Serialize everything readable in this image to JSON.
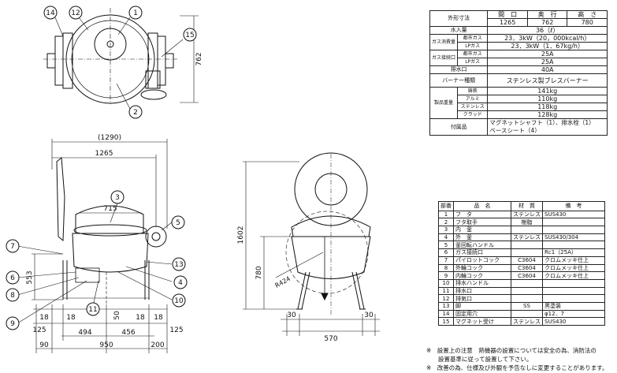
{
  "spec": {
    "dims": {
      "label": "外形寸法",
      "headers": [
        "間　口",
        "奥　行",
        "高　さ"
      ],
      "values": [
        "1265",
        "762",
        "780"
      ]
    },
    "capacity": {
      "label": "水入量",
      "value": "36（ℓ）"
    },
    "gas_consumption": {
      "label": "ガス消費量",
      "rows": [
        {
          "type": "都市ガス",
          "value": "23．3kW（20，000kcal/h）"
        },
        {
          "type": "LPガス",
          "value": "23．3kW（1．67kg/h）"
        }
      ]
    },
    "gas_connection": {
      "label": "ガス接続口",
      "rows": [
        {
          "type": "都市ガス",
          "value": "25A"
        },
        {
          "type": "LPガス",
          "value": "25A"
        }
      ]
    },
    "drain": {
      "label": "排水口",
      "value": "40A"
    },
    "burner": {
      "label": "バーナー種類",
      "value": "ステンレス製ブレスバーナー"
    },
    "weight": {
      "label": "製品重量",
      "rows": [
        {
          "type": "鋳鉄",
          "value": "141kg"
        },
        {
          "type": "アルミ",
          "value": "110kg"
        },
        {
          "type": "ステンレス",
          "value": "118kg"
        },
        {
          "type": "クラッド",
          "value": "128kg"
        }
      ]
    },
    "accessories": {
      "label": "付属品",
      "line1": "マグネットシャフト（1）、排水栓（1）",
      "line2": "ベースシート（4）"
    }
  },
  "parts": {
    "headers": [
      "部番",
      "品　名",
      "材　質",
      "備　考"
    ],
    "rows": [
      [
        "1",
        "フ　タ",
        "ステンレス",
        "SUS430"
      ],
      [
        "2",
        "フタ取手",
        "樹脂",
        ""
      ],
      [
        "3",
        "内　釜",
        "",
        ""
      ],
      [
        "4",
        "外　釜",
        "ステンレス",
        "SUS430/304"
      ],
      [
        "5",
        "釜回転ハンドル",
        "",
        ""
      ],
      [
        "6",
        "ガス接続口",
        "",
        "Rc1（25A）"
      ],
      [
        "7",
        "パイロットコック",
        "C3604",
        "クロムメッキ仕上"
      ],
      [
        "8",
        "外輪コック",
        "C3604",
        "クロムメッキ仕上"
      ],
      [
        "9",
        "内輪コック",
        "C3604",
        "クロムメッキ仕上"
      ],
      [
        "10",
        "排水ハンドル",
        "",
        ""
      ],
      [
        "11",
        "排水口",
        "",
        ""
      ],
      [
        "12",
        "排気口",
        "",
        ""
      ],
      [
        "13",
        "脚",
        "SS",
        "黒塗装"
      ],
      [
        "14",
        "固定用穴",
        "",
        "φ12．7"
      ],
      [
        "15",
        "マグネット受け",
        "ステンレス",
        "SUS430"
      ]
    ]
  },
  "notes": [
    "※　設置上の注意　熱機器の設置については安全の為、消防法の",
    "設置基準に従って設置して下さい。",
    "※　改善の為、仕様及び外観を予告なしに変更することがあります。"
  ],
  "drawing": {
    "top_view": {
      "callouts": [
        "14",
        "12",
        "1",
        "15",
        "2"
      ],
      "dim_depth": "762"
    },
    "front_view": {
      "dim_overall": "(1290)",
      "dim_width": "1265",
      "dim_pot": "715",
      "dim_height": "553",
      "dim_bottom": [
        "494",
        "456"
      ],
      "dim_total": [
        "90",
        "950",
        "200"
      ],
      "dim_feet": [
        "18",
        "18",
        "18",
        "18"
      ],
      "dim_small": [
        "125",
        "125",
        "50"
      ],
      "callouts": [
        "3",
        "5",
        "7",
        "13",
        "6",
        "4",
        "8",
        "10",
        "9",
        "11"
      ]
    },
    "side_view": {
      "dim_tall": "1602",
      "dim_height": "780",
      "dim_radius": "R424",
      "dim_width": "570",
      "dim_feet": [
        "30",
        "30"
      ]
    }
  }
}
